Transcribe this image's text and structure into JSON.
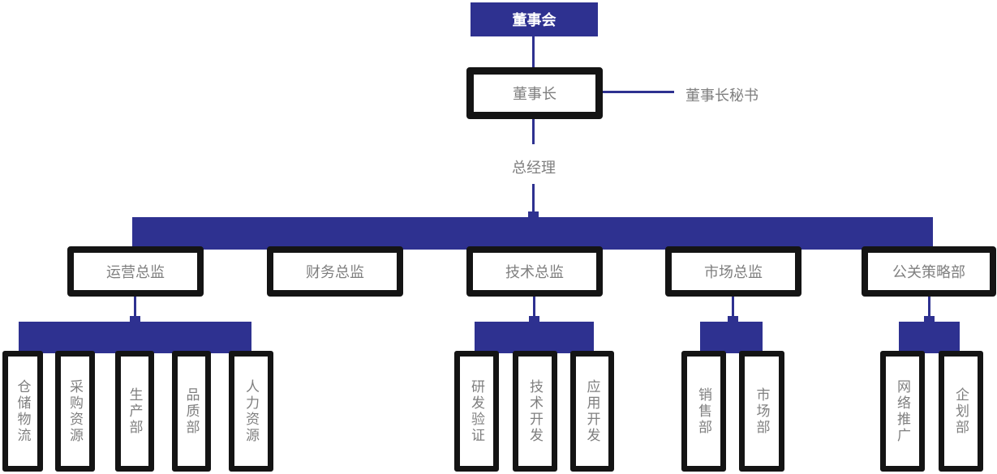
{
  "org": {
    "board": {
      "label": "董事会"
    },
    "chairman": {
      "label": "董事长"
    },
    "chairman_secretary": {
      "label": "董事长秘书"
    },
    "general_manager": {
      "label": "总经理"
    },
    "directors": [
      {
        "label": "运营总监",
        "children": [
          "仓储物流",
          "采购资源",
          "生产部",
          "品质部",
          "人力资源"
        ]
      },
      {
        "label": "财务总监",
        "children": []
      },
      {
        "label": "技术总监",
        "children": [
          "研发验证",
          "技术开发",
          "应用开发"
        ]
      },
      {
        "label": "市场总监",
        "children": [
          "销售部",
          "市场部"
        ]
      },
      {
        "label": "公关策略部",
        "children": [
          "网络推广",
          "企划部"
        ]
      }
    ]
  },
  "colors": {
    "accent": "#2e3190",
    "box_border": "#141414",
    "label_text": "#7f7f7f",
    "board_text": "#ffffff",
    "background": "#ffffff"
  }
}
